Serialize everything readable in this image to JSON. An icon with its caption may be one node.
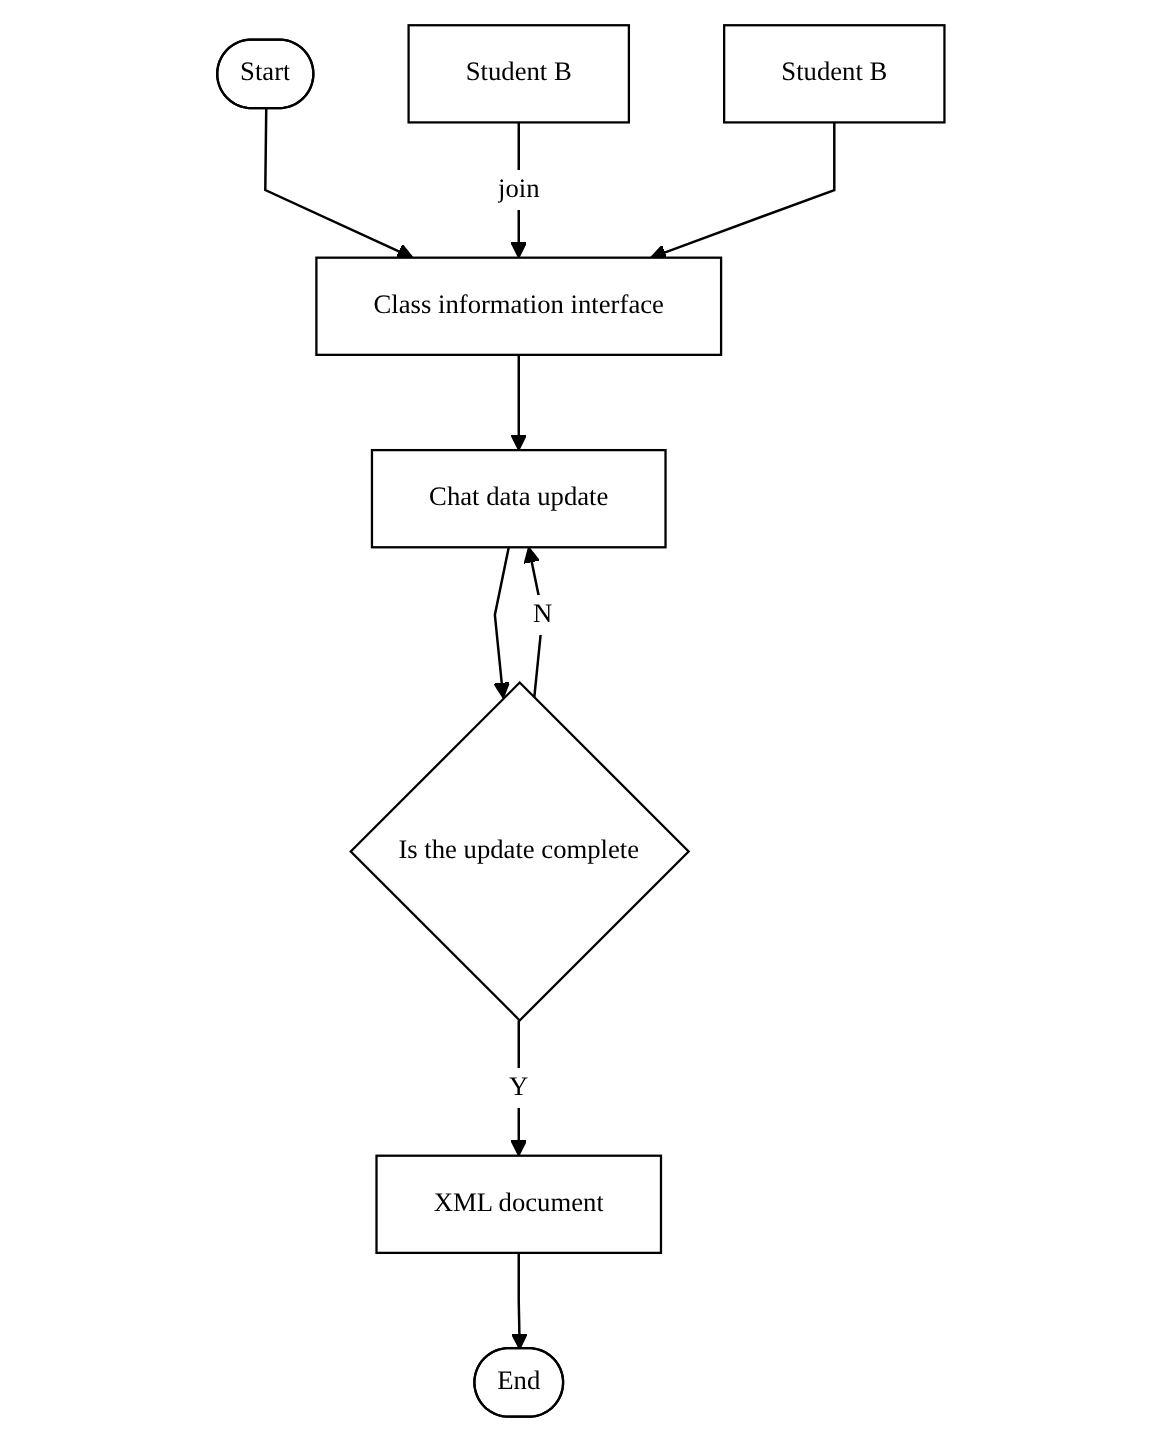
{
  "diagram": {
    "nodes": [
      {
        "text": [
          "Start"
        ]
      },
      {
        "text": [
          "Student B"
        ]
      },
      {
        "text": [
          "Student B"
        ]
      },
      {
        "text": [
          "Class information interface"
        ]
      },
      {
        "text": [
          "Chat data update"
        ]
      },
      {
        "text": [
          "Is the update complete"
        ]
      },
      {
        "text": [
          "XML document"
        ]
      },
      {
        "text": [
          "End"
        ]
      }
    ],
    "edges": [
      {
        "from": 0,
        "to": 3,
        "arrow": "to"
      },
      {
        "from": 1,
        "to": 3,
        "arrow": "to",
        "label": "join"
      },
      {
        "from": 2,
        "to": 3,
        "arrow": "to"
      },
      {
        "from": 3,
        "to": 4,
        "arrow": "to"
      },
      {
        "from": 4,
        "to": 5,
        "arrow": "to"
      },
      {
        "from": 5,
        "to": 4,
        "arrow": "to",
        "label": "N"
      },
      {
        "from": 5,
        "to": 6,
        "arrow": "to",
        "label": "Y"
      },
      {
        "from": 6,
        "to": 7,
        "arrow": "to"
      }
    ]
  }
}
